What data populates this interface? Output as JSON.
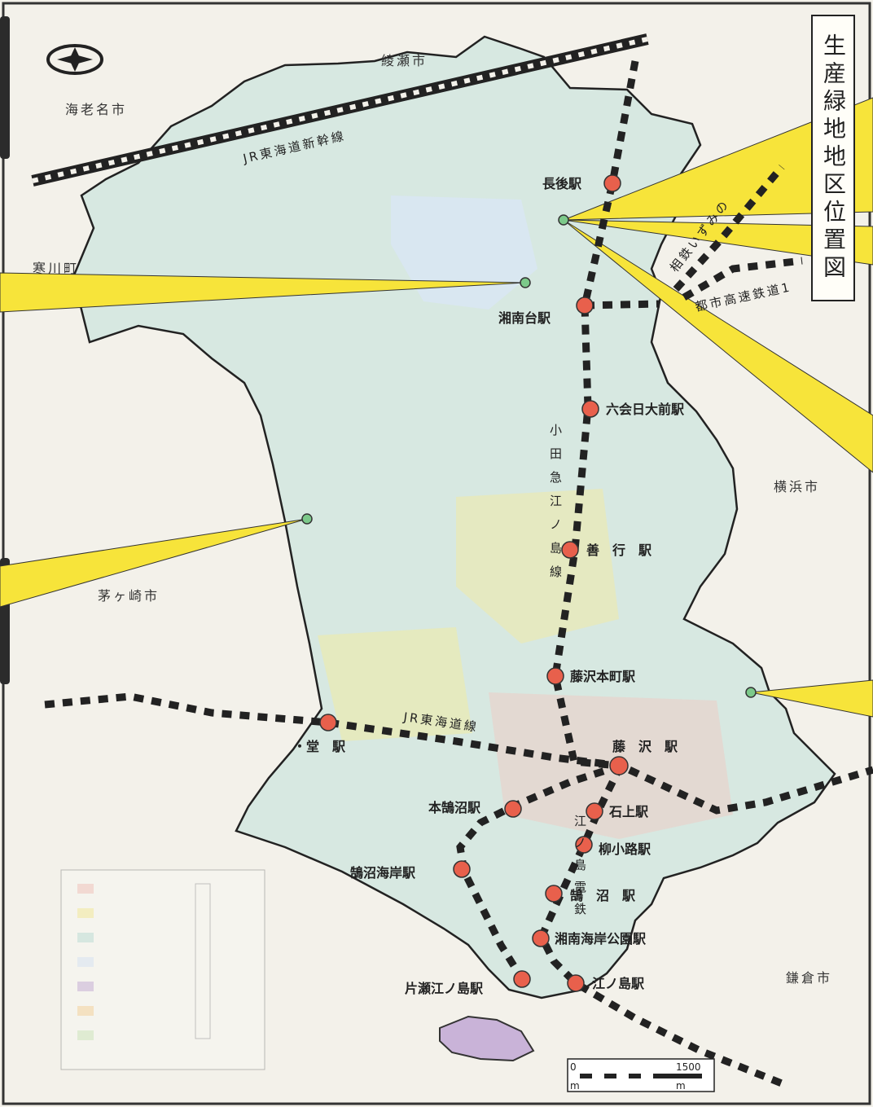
{
  "title": "生産緑地地区位置図",
  "cities": {
    "ayase": "綾瀬市",
    "ebina": "海老名市",
    "samukawa": "寒川町",
    "chigasaki": "茅ヶ崎市",
    "yokohama": "横浜市",
    "kamakura": "鎌倉市"
  },
  "railways": {
    "shinkansen": "JR東海道新幹線",
    "tokaido": "JR東海道線",
    "odakyu": "小田急江ノ島線",
    "enoden": "江ノ島電鉄",
    "toshi_kosoku": "都市高速鉄道1",
    "sotetsu_partial": "相鉄いずみの"
  },
  "stations": {
    "chogo": "長後駅",
    "shonandai": "湘南台駅",
    "mutsuai": "六会日大前駅",
    "zengyo": "善　行　駅",
    "fujisawa_honmachi": "藤沢本町駅",
    "fujisawa": "藤　沢　駅",
    "tsujido": "・堂　駅",
    "hon_kugenuma": "本鵠沼駅",
    "ishigami": "石上駅",
    "yanagikoji": "柳小路駅",
    "kugenuma_kaigan": "鵠沼海岸駅",
    "kugenuma": "鵠　沼　駅",
    "shonankaigan_koen": "湘南海岸公園駅",
    "katase_enoshima": "片瀬江ノ島駅",
    "enoshima": "江ノ島駅"
  },
  "scale": {
    "start": "0",
    "end": "1500",
    "unit": "m"
  },
  "colors": {
    "station": "#e8604c",
    "marker": "#7cc98a",
    "callout": "#f7e43a",
    "city_area": "#bfe0d8"
  }
}
